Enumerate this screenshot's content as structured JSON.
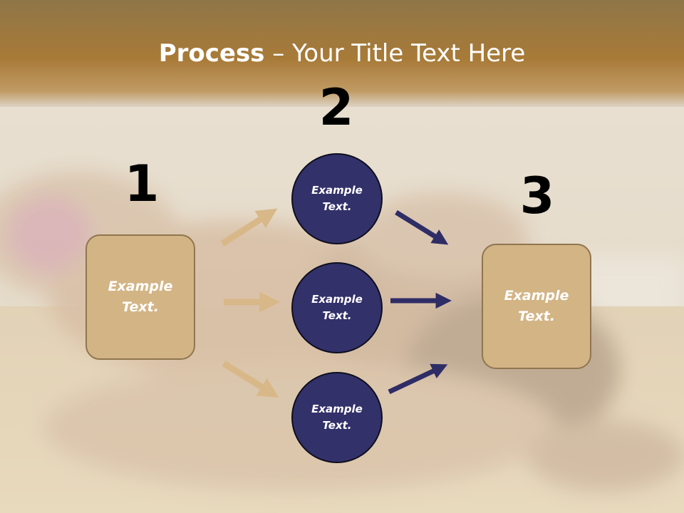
{
  "title": {
    "bold": "Process",
    "rest": " – Your Title Text Here"
  },
  "steps": [
    {
      "number": "1",
      "label": "Example\nText."
    },
    {
      "number": "2",
      "label": "Example\nText."
    },
    {
      "number": "3",
      "label": "Example\nText."
    }
  ],
  "circles": [
    {
      "label": "Example\nText."
    },
    {
      "label": "Example\nText."
    },
    {
      "label": "Example\nText."
    }
  ],
  "colors": {
    "header_band": "#a57a3c",
    "box_fill": "#d3b485",
    "box_border": "#8f7650",
    "circle_fill": "#33316a",
    "tan_arrow": "#d8b888",
    "navy_arrow": "#2f2d66",
    "number_text": "#000000",
    "label_text": "#ffffff"
  }
}
